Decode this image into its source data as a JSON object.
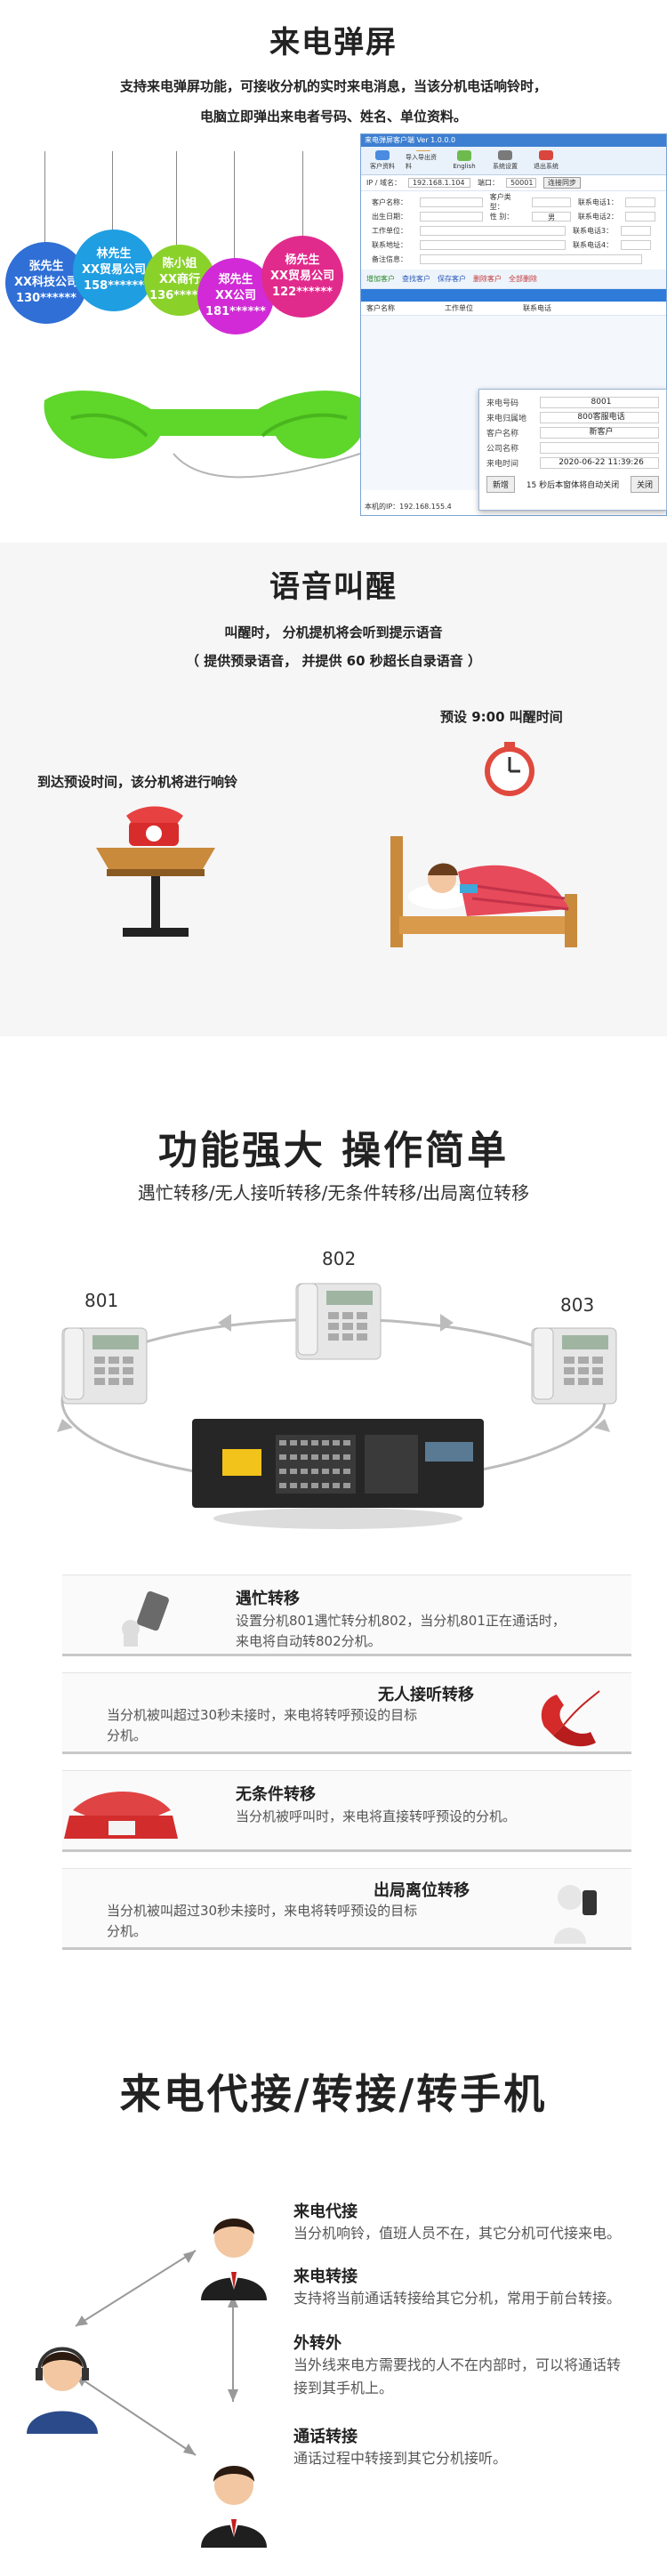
{
  "s1": {
    "title": "来电弹屏",
    "desc1": "支持来电弹屏功能，可接收分机的实时来电消息，当该分机电话响铃时，",
    "desc2": "电脑立即弹出来电者号码、姓名、单位资料。",
    "tags": [
      {
        "name": "张先生",
        "company": "XX科技公司",
        "phone": "130******",
        "color": "#2f6fd6"
      },
      {
        "name": "林先生",
        "company": "XX贸易公司",
        "phone": "158******",
        "color": "#1f9ee2"
      },
      {
        "name": "陈小姐",
        "company": "XX商行",
        "phone": "136******",
        "color": "#8ad22a"
      },
      {
        "name": "郑先生",
        "company": "XX公司",
        "phone": "181******",
        "color": "#d12ad6"
      },
      {
        "name": "杨先生",
        "company": "XX贸易公司",
        "phone": "122******",
        "color": "#e12b8c"
      }
    ],
    "window": {
      "title": "来电弹屏客户端 Ver 1.0.0.0",
      "tools": [
        "客户资料",
        "导入导出资料",
        "English",
        "系统设置",
        "退出系统"
      ],
      "ip_label": "IP / 域名：",
      "ip_value": "192.168.1.104",
      "port_label": "端口：",
      "port_value": "50001",
      "connect_btn": "连接同步",
      "fields": [
        {
          "label": "客户名称：",
          "label2": "客户类型：",
          "label3": "联系电话1："
        },
        {
          "label": "出生日期：",
          "label2": "性  别：",
          "label3": "联系电话2："
        },
        {
          "label": "工作单位：",
          "label2": "",
          "label3": "联系电话3："
        },
        {
          "label": "联系地址：",
          "label2": "",
          "label3": "联系电话4："
        },
        {
          "label": "备注信息：",
          "label2": "",
          "label3": ""
        }
      ],
      "gender": "男",
      "actions": [
        "增加客户",
        "查找客户",
        "保存客户",
        "删除客户",
        "全部删除"
      ],
      "table_headers": [
        "客户名称",
        "工作单位",
        "联系电话"
      ],
      "status": "本机的IP：192.168.155.4"
    },
    "popup": {
      "rows": [
        {
          "label": "来电号码",
          "value": "8001"
        },
        {
          "label": "来电归属地",
          "value": "800客服电话"
        },
        {
          "label": "客户名称",
          "value": "新客户"
        },
        {
          "label": "公司名称",
          "value": ""
        },
        {
          "label": "来电时间",
          "value": "2020-06-22 11:39:26"
        }
      ],
      "new_btn": "新增",
      "countdown": "15 秒后本窗体将自动关闭",
      "close_btn": "关闭"
    }
  },
  "s2": {
    "title": "语音叫醒",
    "line1": "叫醒时， 分机提机将会听到提示语音",
    "line2": "（ 提供预录语音， 并提供 60 秒超长自录语音 ）",
    "preset": "预设 9:00 叫醒时间",
    "arrive": "到达预设时间，该分机将进行响铃"
  },
  "s3": {
    "title": "功能强大 操作简单",
    "subtitle": "遇忙转移/无人接听转移/无条件转移/出局离位转移",
    "extensions": [
      "801",
      "802",
      "803"
    ],
    "features": [
      {
        "title": "遇忙转移",
        "desc1": "设置分机801遇忙转分机802，当分机801正在通话时，",
        "desc2": "来电将自动转802分机。"
      },
      {
        "title": "无人接听转移",
        "desc1": "当分机被叫超过30秒未接时，来电将转呼预设的目标",
        "desc2": "分机。"
      },
      {
        "title": "无条件转移",
        "desc1": "当分机被呼叫时，来电将直接转呼预设的分机。",
        "desc2": ""
      },
      {
        "title": "出局离位转移",
        "desc1": "当分机被叫超过30秒未接时，来电将转呼预设的目标",
        "desc2": "分机。"
      }
    ]
  },
  "s4": {
    "title": "来电代接/转接/转手机",
    "items": [
      {
        "title": "来电代接",
        "desc1": "当分机响铃，值班人员不在，其它分机可代接来电。",
        "desc2": ""
      },
      {
        "title": "来电转接",
        "desc1": "支持将当前通话转接给其它分机，常用于前台转接。",
        "desc2": ""
      },
      {
        "title": "外转外",
        "desc1": "当外线来电方需要找的人不在内部时，可以将通话转",
        "desc2": "接到其手机上。"
      },
      {
        "title": "通话转接",
        "desc1": "通话过程中转接到其它分机接听。",
        "desc2": ""
      }
    ]
  }
}
